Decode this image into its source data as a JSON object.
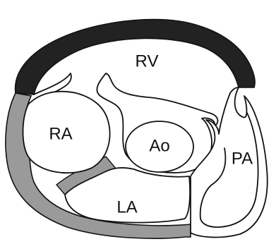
{
  "labels": {
    "rv": "RV",
    "ra": "RA",
    "ao": "Ao",
    "pa": "PA",
    "la": "LA"
  },
  "colors": {
    "dark_band": "#222222",
    "gray_band": "#9a9a9a",
    "background": "#ffffff",
    "stroke": "#111111"
  }
}
